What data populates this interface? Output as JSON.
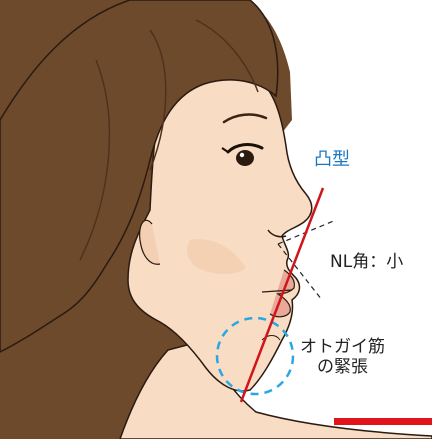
{
  "labels": {
    "profile_type": "凸型",
    "nl_angle": "NL角：小",
    "mentalis_line1": "オトガイ筋",
    "mentalis_line2": "の緊張"
  },
  "colors": {
    "profile_line": "#d0161b",
    "mentalis_circle": "#27a8e0",
    "profile_type_text": "#1a78c2",
    "hair": "#6e4a2c",
    "hair_shade": "#4e321c",
    "skin": "#f8dcc4",
    "skin_shade": "#edbf9e",
    "outline": "#2a1a10"
  },
  "icons": {
    "profile_line": "red-profile-line",
    "nl_angle": "dashed-nasolabial-angle-lines",
    "mentalis": "dashed-blue-circle"
  }
}
